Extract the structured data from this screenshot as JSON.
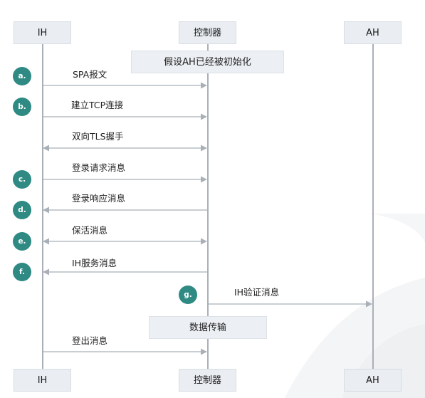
{
  "actors": {
    "ih": "IH",
    "controller": "控制器",
    "ah": "AH"
  },
  "notes": {
    "init": "假设AH已经被初始化",
    "data_transfer": "数据传输"
  },
  "messages": [
    {
      "step": "a.",
      "label": "SPA报文",
      "direction": "IH→控制器"
    },
    {
      "step": "b.",
      "label": "建立TCP连接",
      "direction": "IH→控制器"
    },
    {
      "step": "",
      "label": "双向TLS握手",
      "direction": "IH↔控制器"
    },
    {
      "step": "c.",
      "label": "登录请求消息",
      "direction": "IH→控制器"
    },
    {
      "step": "d.",
      "label": "登录响应消息",
      "direction": "控制器→IH"
    },
    {
      "step": "e.",
      "label": "保活消息",
      "direction": "IH↔控制器"
    },
    {
      "step": "f.",
      "label": "IH服务消息",
      "direction": "控制器→IH"
    },
    {
      "step": "g.",
      "label": "IH验证消息",
      "direction": "控制器→AH"
    },
    {
      "step": "",
      "label": "登出消息",
      "direction": "IH→控制器"
    }
  ],
  "colors": {
    "step_badge": "#2e8a83",
    "arrow": "#a9b0b8",
    "actor_box": "#eaeef3",
    "note_box": "#eceff3"
  }
}
